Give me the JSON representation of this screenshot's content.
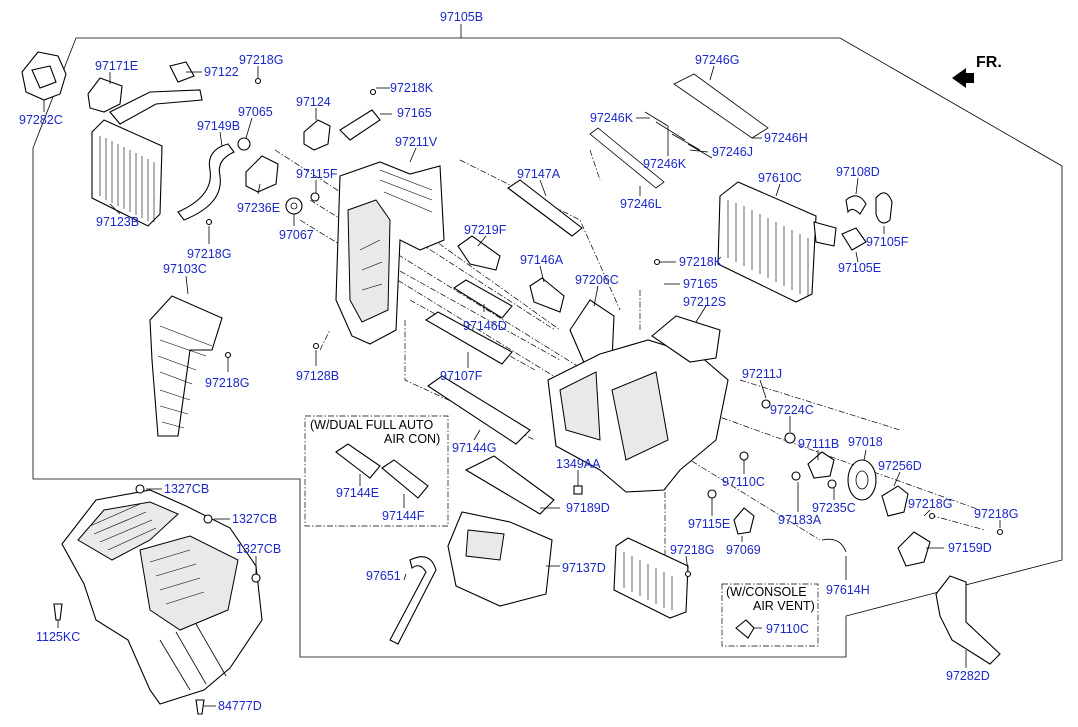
{
  "assembly_label": "97105B",
  "direction_label": "FR.",
  "callouts": {
    "c97282C": "97282C",
    "c97171E": "97171E",
    "c97122": "97122",
    "c97218G_a": "97218G",
    "c97065": "97065",
    "c97149B": "97149B",
    "c97123B": "97123B",
    "c97236E": "97236E",
    "c97218G_b": "97218G",
    "c97067": "97067",
    "c97103C": "97103C",
    "c97218G_c": "97218G",
    "c97124": "97124",
    "c97218K_a": "97218K",
    "c97165_a": "97165",
    "c97211V": "97211V",
    "c97115F": "97115F",
    "c97128B": "97128B",
    "c97246G": "97246G",
    "c97246K_a": "97246K",
    "c97246H": "97246H",
    "c97246K_b": "97246K",
    "c97246J": "97246J",
    "c97246L": "97246L",
    "c97147A": "97147A",
    "c97219F": "97219F",
    "c97146A": "97146A",
    "c97146D": "97146D",
    "c97107F": "97107F",
    "c97144G": "97144G",
    "c97206C": "97206C",
    "c97218K_b": "97218K",
    "c97165_b": "97165",
    "c97212S": "97212S",
    "c97610C": "97610C",
    "c97108D": "97108D",
    "c97105F": "97105F",
    "c97105E": "97105E",
    "c97211J": "97211J",
    "c97224C": "97224C",
    "c97111B": "97111B",
    "c97018": "97018",
    "c97256D": "97256D",
    "c97110C_a": "97110C",
    "c97115E": "97115E",
    "c97183A": "97183A",
    "c97235C": "97235C",
    "c97218G_d": "97218G",
    "c97218G_e": "97218G",
    "c97069": "97069",
    "c97159D": "97159D",
    "c1349AA": "1349AA",
    "c97189D": "97189D",
    "c97144E": "97144E",
    "c97144F": "97144F",
    "c97137D": "97137D",
    "c97218G_f": "97218G",
    "c97614H": "97614H",
    "c97651": "97651",
    "c97110C_b": "97110C",
    "c97282D": "97282D",
    "c1327CB_a": "1327CB",
    "c1327CB_b": "1327CB",
    "c1327CB_c": "1327CB",
    "c1125KC": "1125KC",
    "c84777D": "84777D"
  },
  "notes": {
    "dual_line1": "(W/DUAL FULL AUTO",
    "dual_line2": "AIR CON)",
    "console_line1": "(W/CONSOLE",
    "console_line2": "AIR VENT)"
  },
  "colors": {
    "label": "#1b28c8",
    "line": "#000000",
    "background": "#ffffff"
  }
}
